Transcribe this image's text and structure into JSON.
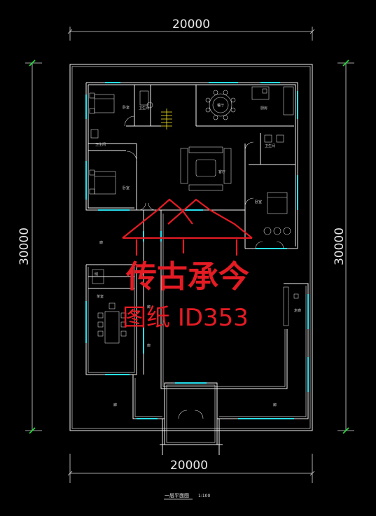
{
  "dimensions": {
    "top": "20000",
    "bottom": "20000",
    "left": "30000",
    "right": "30000"
  },
  "rooms": {
    "bedroom_ne": "卧室",
    "bathroom_n": "卫生间",
    "dining": "餐厅",
    "kitchen": "厨房",
    "bathroom_nw": "卫生间",
    "bathroom_e": "卫生间",
    "bedroom_w": "卧室",
    "living": "客厅",
    "bedroom_e": "卧室",
    "corridor_w": "廊",
    "corridor_mid": "廊",
    "corridor_s": "廊",
    "storage": "储",
    "tea": "茶室",
    "courtyard_e": "走廊",
    "yard_s": "廊",
    "yard_se": "廊"
  },
  "watermark": {
    "brand": "传古承今",
    "id": "图纸 ID353"
  },
  "title": {
    "name": "一层平面图",
    "scale": "1:100"
  },
  "colors": {
    "background": "#000000",
    "wall": "#f2f2f2",
    "window": "#27e0f0",
    "dimension_marker": "#22e03a",
    "watermark": "#e51b24",
    "stair": "#f0e020"
  }
}
